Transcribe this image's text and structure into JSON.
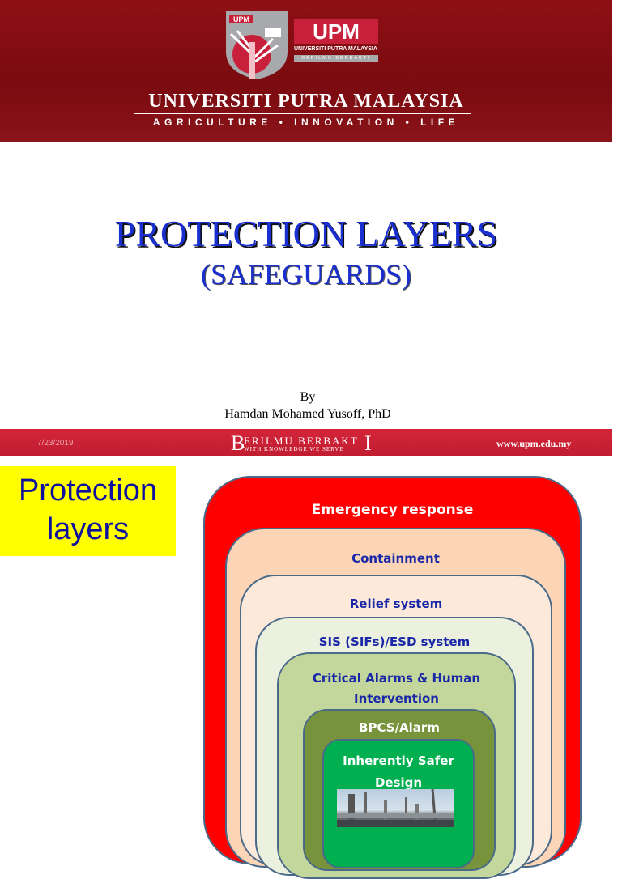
{
  "slide1": {
    "logo": {
      "crest_text": "UPM",
      "wordmark": "UPM",
      "full_name_small": "UNIVERSITI PUTRA MALAYSIA",
      "motto_small": "BERILMU BERBAKTI"
    },
    "university_name": "UNIVERSITI PUTRA MALAYSIA",
    "tagline": "AGRICULTURE • INNOVATION • LIFE",
    "title": "PROTECTION LAYERS",
    "subtitle": "(SAFEGUARDS)",
    "by": "By",
    "author": "Hamdan Mohamed Yusoff, PhD",
    "footer": {
      "date": "7/23/2019",
      "motto_initial": "B",
      "motto_line1": "ERILMU BERBAKT",
      "motto_end": "I",
      "motto_line2": "WITH KNOWLEDGE WE SERVE",
      "url": "www.upm.edu.my"
    },
    "colors": {
      "header_red": "#7f0c12",
      "footer_red": "#c8203a",
      "title_blue": "#1a2fd0"
    }
  },
  "slide2": {
    "label_line1": "Protection",
    "label_line2": "layers",
    "layers": [
      {
        "label": "Emergency response",
        "color": "#ff0000"
      },
      {
        "label": "Containment",
        "color": "#fbd5b5"
      },
      {
        "label": "Relief system",
        "color": "#fde9d9"
      },
      {
        "label": "SIS (SIFs)/ESD system",
        "color": "#ebf1de"
      },
      {
        "label_line1": "Critical Alarms & Human",
        "label_line2": "Intervention",
        "color": "#c3d69b"
      },
      {
        "label": "BPCS/Alarm",
        "color": "#77933c"
      },
      {
        "label_line1": "Inherently Safer",
        "label_line2": "Design",
        "color": "#00b050"
      }
    ]
  }
}
